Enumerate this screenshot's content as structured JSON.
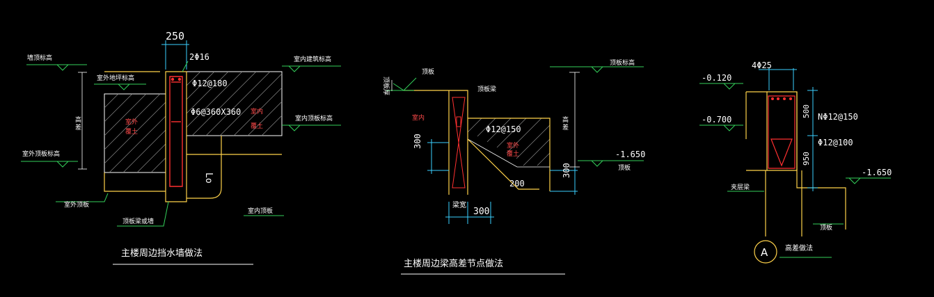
{
  "colors": {
    "background": "#000000",
    "dimension": "#ffffff",
    "outline": "#ffd24a",
    "leader": "#33d05a",
    "rebar": "#ff3030",
    "dim_line": "#3ad0ff"
  },
  "d1": {
    "title": "主楼周边挡水墙做法",
    "dim_width": "250",
    "labels": {
      "qiangding": "墙顶标高",
      "shiwai_dikeng": "室外地坪标高",
      "shinei_jianzhu": "室内建筑标高",
      "shinei_dingban": "室内顶板标高",
      "shiwai_dingban_biaogao": "室外顶板标高",
      "shiwai_dingban": "室外顶板",
      "dingban_liang": "顶板梁或墙",
      "shinei_dingban2": "室内顶板",
      "cha": "差",
      "gao": "高",
      "shiwai": "室外",
      "futu": "覆土",
      "shinei": "室内",
      "lo": "Lo"
    },
    "rebar": {
      "top": "2Φ16",
      "mid": "Φ12@180",
      "tie": "Φ6@360X360"
    }
  },
  "d2": {
    "title": "主楼周边梁高差节点做法",
    "labels": {
      "dingban": "顶板",
      "dingban_liang": "顶板梁",
      "dingban_hou": "顶板厚",
      "dingban_top_right": "顶板标高",
      "shinei": "室内",
      "shiwai": "室外",
      "futu": "覆土",
      "cha": "差",
      "gao": "高",
      "elev": "-1.650",
      "dingban2": "顶板",
      "liangkuan": "梁宽"
    },
    "rebar": {
      "main": "Φ12@150"
    },
    "dims": {
      "d300a": "300",
      "d300b": "300",
      "d300c": "300",
      "d200": "200"
    }
  },
  "d3": {
    "title": "高差做法",
    "circle_label": "A",
    "elevations": {
      "e1": "-0.120",
      "e2": "-0.700",
      "e3": "-1.650"
    },
    "rebar": {
      "top": "4Φ25",
      "n": "NΦ12@150",
      "v": "Φ12@100"
    },
    "dims": {
      "d500": "500",
      "d950": "950"
    },
    "labels": {
      "jiaceng": "夹层梁",
      "dingban": "顶板"
    }
  }
}
